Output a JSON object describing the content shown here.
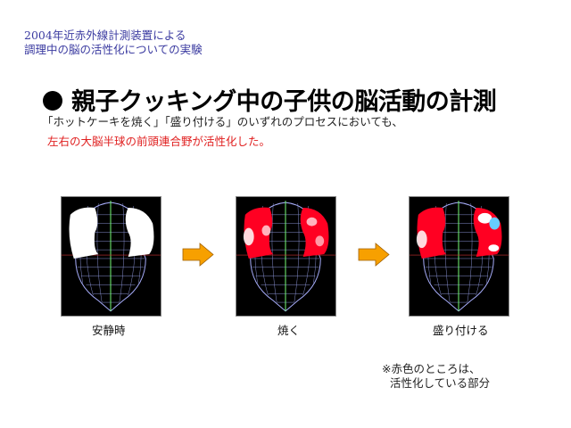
{
  "header": {
    "line1": "2004年近赤外線計測装置による",
    "line2": "調理中の脳の活性化についての実験"
  },
  "title": "親子クッキング中の子供の脳活動の計測",
  "description": {
    "line1": "「ホットケーキを焼く」「盛り付ける」のいずれのプロセスにおいても、",
    "line2": "左右の大脳半球の前頭連合野が活性化した。"
  },
  "images": [
    {
      "caption": "安静時"
    },
    {
      "caption": "焼く"
    },
    {
      "caption": "盛り付ける"
    }
  ],
  "note": {
    "line1": "※赤色のところは、",
    "line2": "活性化している部分"
  },
  "colors": {
    "header": "#3a3aa0",
    "highlight": "#e02020",
    "arrow": "#f7a000",
    "active": "#ff0022"
  }
}
